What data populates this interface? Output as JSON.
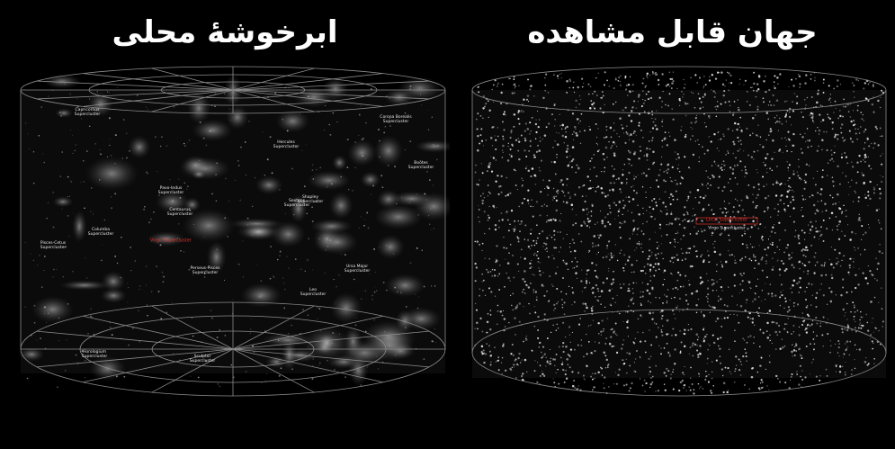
{
  "left_panel": {
    "title": "ابرخوشهٔ محلی",
    "labels": [
      "Capricornus\nSupercluster",
      "Pavo-Indus\nSupercluster",
      "Sextans\nSupercluster",
      "Virgo Supercluster",
      "Centaurus\nSupercluster",
      "Shapley\nSupercluster",
      "Hercules\nSupercluster",
      "Leo\nSupercluster",
      "Boötes\nSupercluster",
      "Ursa Major\nSupercluster",
      "Perseus-Pisces\nSupercluster",
      "Pisces-Cetus\nSupercluster",
      "Sculptor\nSupercluster",
      "Columba\nSupercluster",
      "Horologium\nSupercluster",
      "Corona Borealis\nSupercluster"
    ]
  },
  "right_panel": {
    "title": "جهان قابل مشاهده",
    "marker_red": "Local Supercluster",
    "marker_white": "Virgo Supercluster"
  },
  "colors": {
    "background": "#000000",
    "title": "#ffffff",
    "grid": "#8c8c8c",
    "highlight": "#e0302a"
  }
}
